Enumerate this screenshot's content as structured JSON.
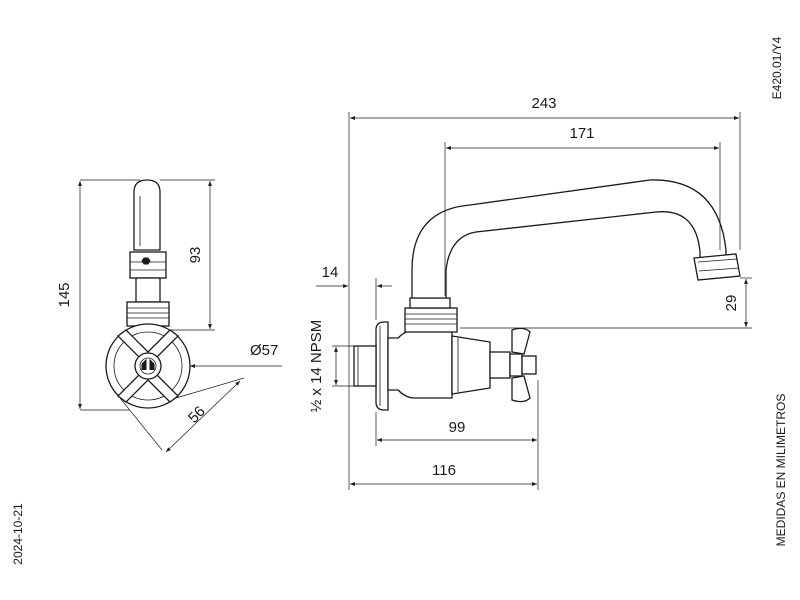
{
  "drawing_code": "E420.01/Y4",
  "date": "2024-10-21",
  "units_note": "MEDIDAS EN MILIMETROS",
  "front_view": {
    "height_total": "145",
    "height_upper": "93",
    "diameter_base": "Ø57",
    "diagonal": "56"
  },
  "side_view": {
    "overall_length": "243",
    "spout_reach": "171",
    "flange_offset": "14",
    "outlet_height": "29",
    "thread_spec": "½ x 14 NPSM",
    "body_length": "99",
    "handle_length": "116"
  }
}
